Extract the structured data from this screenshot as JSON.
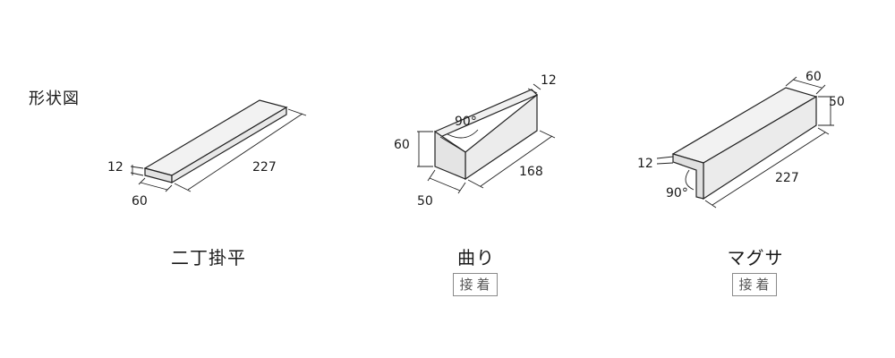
{
  "title": "形状図",
  "tiles": [
    {
      "name": "二丁掛平",
      "method": "",
      "dims": {
        "thickness": "12",
        "width": "60",
        "length": "227"
      }
    },
    {
      "name": "曲り",
      "method": "接着",
      "dims": {
        "thickness": "12",
        "height": "60",
        "width": "50",
        "length": "168",
        "angle": "90°"
      }
    },
    {
      "name": "マグサ",
      "method": "接着",
      "dims": {
        "thickness": "12",
        "top": "60",
        "side": "50",
        "length": "227",
        "angle": "90°"
      }
    }
  ]
}
